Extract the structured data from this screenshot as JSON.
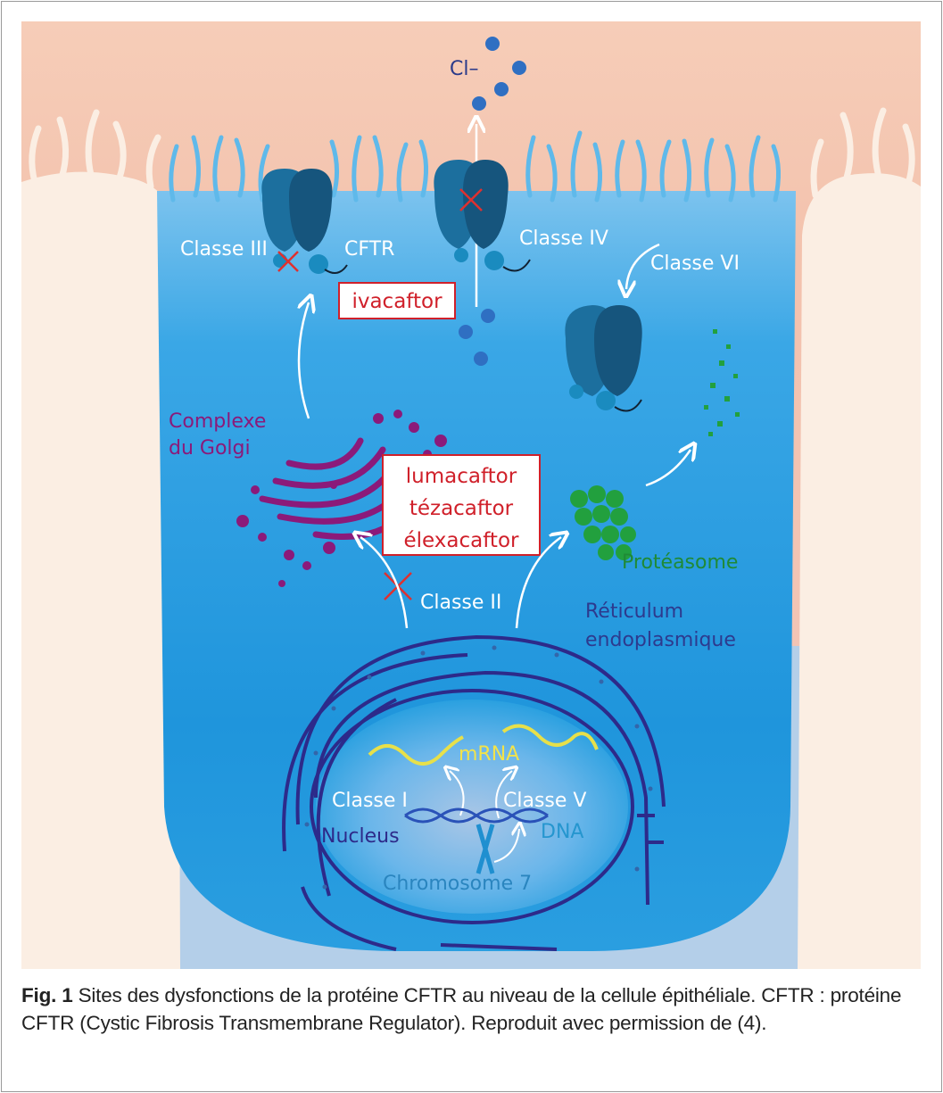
{
  "figure": {
    "labels": {
      "chloride": "Cl–",
      "classe_iii": "Classe III",
      "cftr": "CFTR",
      "classe_iv": "Classe IV",
      "classe_vi": "Classe VI",
      "golgi_line1": "Complexe",
      "golgi_line2": "du Golgi",
      "proteasome": "Protéasome",
      "classe_ii": "Classe II",
      "reticulum_line1": "Réticulum",
      "reticulum_line2": "endoplasmique",
      "mrna": "mRNA",
      "classe_i": "Classe I",
      "classe_v": "Classe V",
      "nucleus": "Nucleus",
      "dna": "DNA",
      "chromosome": "Chromosome 7"
    },
    "drugs": {
      "potentiator": "ivacaftor",
      "correctors": [
        "lumacaftor",
        "tézacaftor",
        "élexacaftor"
      ]
    },
    "colors": {
      "cell_blue": "#2a9fe0",
      "background_peach": "#f5c9b3",
      "neighbor_cell": "#fbeee3",
      "golgi": "#8b1a7a",
      "proteasome": "#1f9a3a",
      "nucleus_membrane": "#2d2a8a",
      "drug_red": "#d0202a"
    }
  },
  "caption": {
    "label": "Fig. 1",
    "text": "Sites des dysfonctions de la protéine CFTR au niveau de la cellule épithéliale. CFTR : protéine CFTR (Cystic Fibrosis Transmembrane Regulator). Reproduit avec permission de (4)."
  }
}
